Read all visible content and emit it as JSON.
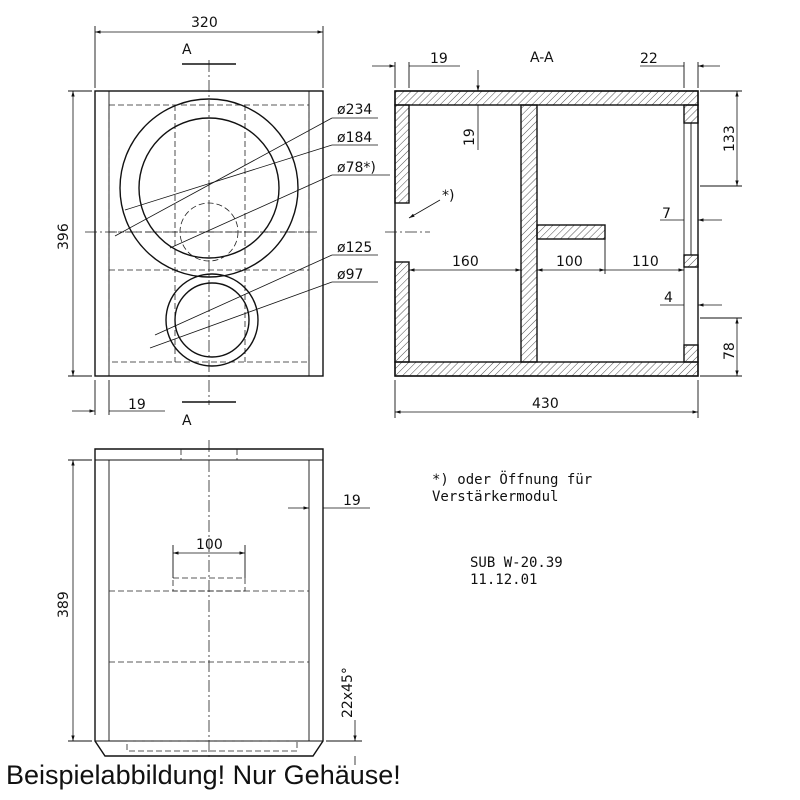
{
  "front_view": {
    "width": "320",
    "height": "396",
    "wall": "19",
    "section_mark_top": "A",
    "section_mark_bottom": "A",
    "dia_1": "ø234",
    "dia_2": "ø184",
    "dia_3": "ø78*)",
    "dia_4": "ø125",
    "dia_5": "ø97"
  },
  "section_view": {
    "title": "A-A",
    "left_wall": "19",
    "right_wall": "22",
    "top_wall": "19",
    "right_upper": "133",
    "right_gap": "7",
    "right_small": "4",
    "right_lower": "78",
    "span_left": "160",
    "span_mid": "100",
    "span_right": "110",
    "overall": "430",
    "marker": "*)"
  },
  "side_view": {
    "height": "389",
    "wall": "19",
    "brace": "100",
    "chamfer": "22x45°"
  },
  "notes": {
    "line1": "*) oder Öffnung für",
    "line2": "Verstärkermodul",
    "model": "SUB W-20.39",
    "date": "11.12.01"
  },
  "caption": "Beispielabbildung! Nur Gehäuse!"
}
